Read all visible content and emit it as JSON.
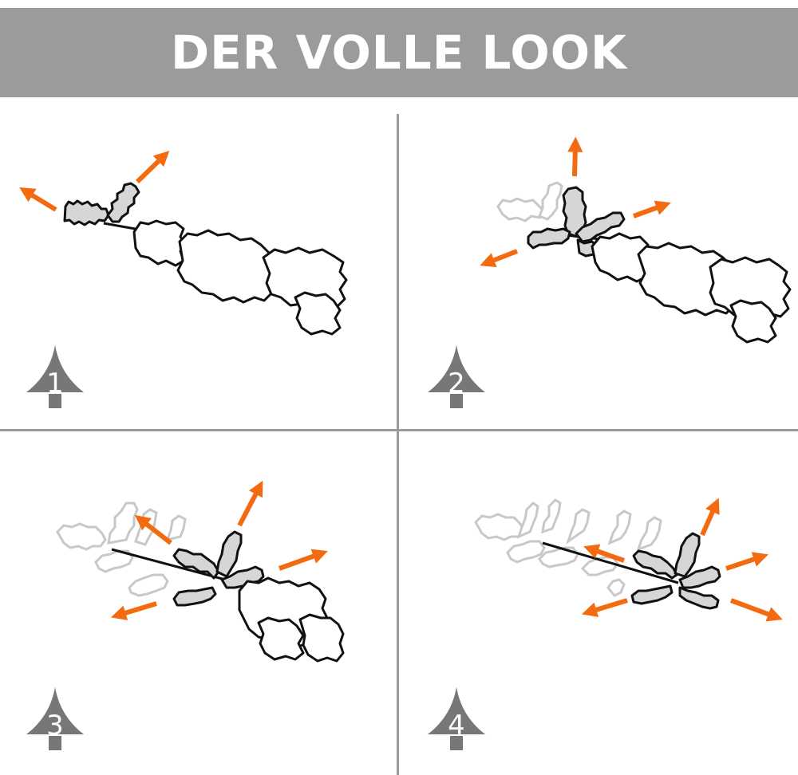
{
  "title": "DER VOLLE LOOK",
  "colors": {
    "header_bg": "#9b9b9b",
    "divider": "#9a9a9a",
    "arrow": "#f36a10",
    "branch_fill": "#d6d6d6",
    "faded_outline": "#c8c8c8",
    "badge": "#777777"
  },
  "steps": [
    {
      "number": "1",
      "icon": "tree-icon"
    },
    {
      "number": "2",
      "icon": "tree-icon"
    },
    {
      "number": "3",
      "icon": "tree-icon"
    },
    {
      "number": "4",
      "icon": "tree-icon"
    }
  ]
}
